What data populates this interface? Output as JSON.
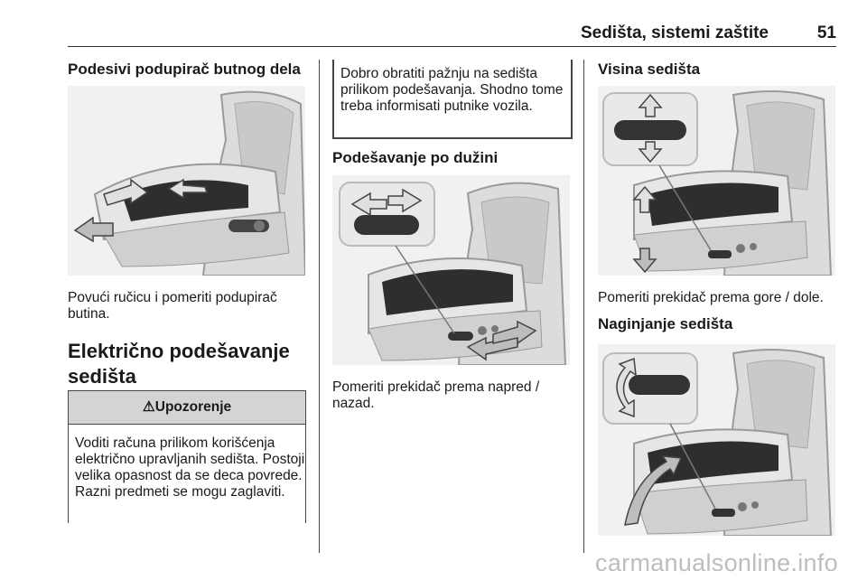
{
  "header": {
    "title": "Sedišta, sistemi zaštite",
    "page_number": "51"
  },
  "col1": {
    "heading": "Podesivi podupirač butnog dela",
    "caption": "Povući ručicu i pomeriti podupirač butina.",
    "section_title": "Električno podešavanje sedišta",
    "warning": {
      "title": "Upozorenje",
      "icon": "warning-triangle-icon",
      "text": "Voditi računa prilikom korišćenja električno upravljanih sedišta. Postoji velika opasnost da se deca povrede. Razni predmeti se mogu zaglaviti."
    }
  },
  "col2": {
    "note_text": "Dobro obratiti pažnju na sedišta prilikom podešavanja. Shodno tome treba informisati putnike vozila.",
    "heading": "Podešavanje po dužini",
    "caption": "Pomeriti prekidač prema napred / nazad."
  },
  "col3": {
    "heading": "Visina sedišta",
    "caption": "Pomeriti prekidač prema gore / dole.",
    "heading2": "Naginjanje sedišta"
  },
  "footer": {
    "watermark": "carmanualsonline.info"
  }
}
